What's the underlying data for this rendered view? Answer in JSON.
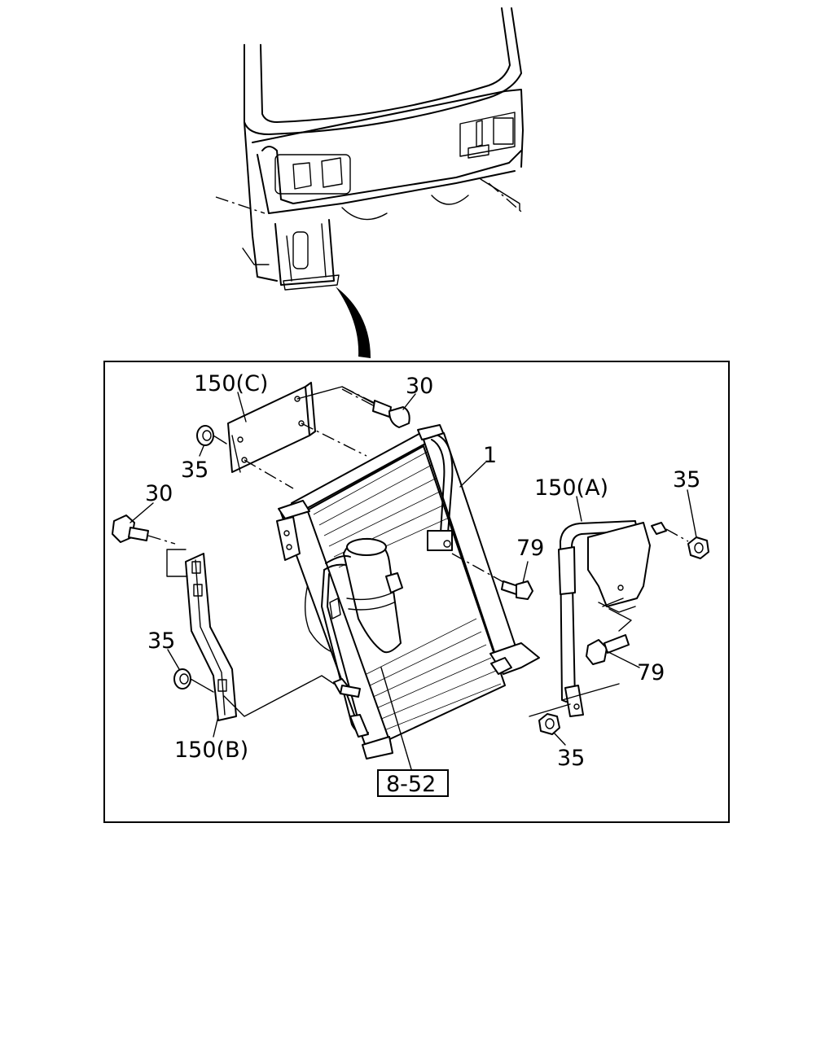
{
  "callouts": {
    "c150c": "150(C)",
    "c30_top": "30",
    "c35_topleft": "35",
    "c1": "1",
    "c150a": "150(A)",
    "c35_topright": "35",
    "c30_left": "30",
    "c79_mid": "79",
    "c35_left": "35",
    "c79_right": "79",
    "c150b": "150(B)",
    "c35_bottom": "35"
  },
  "reference_box": {
    "label": "8-52"
  }
}
